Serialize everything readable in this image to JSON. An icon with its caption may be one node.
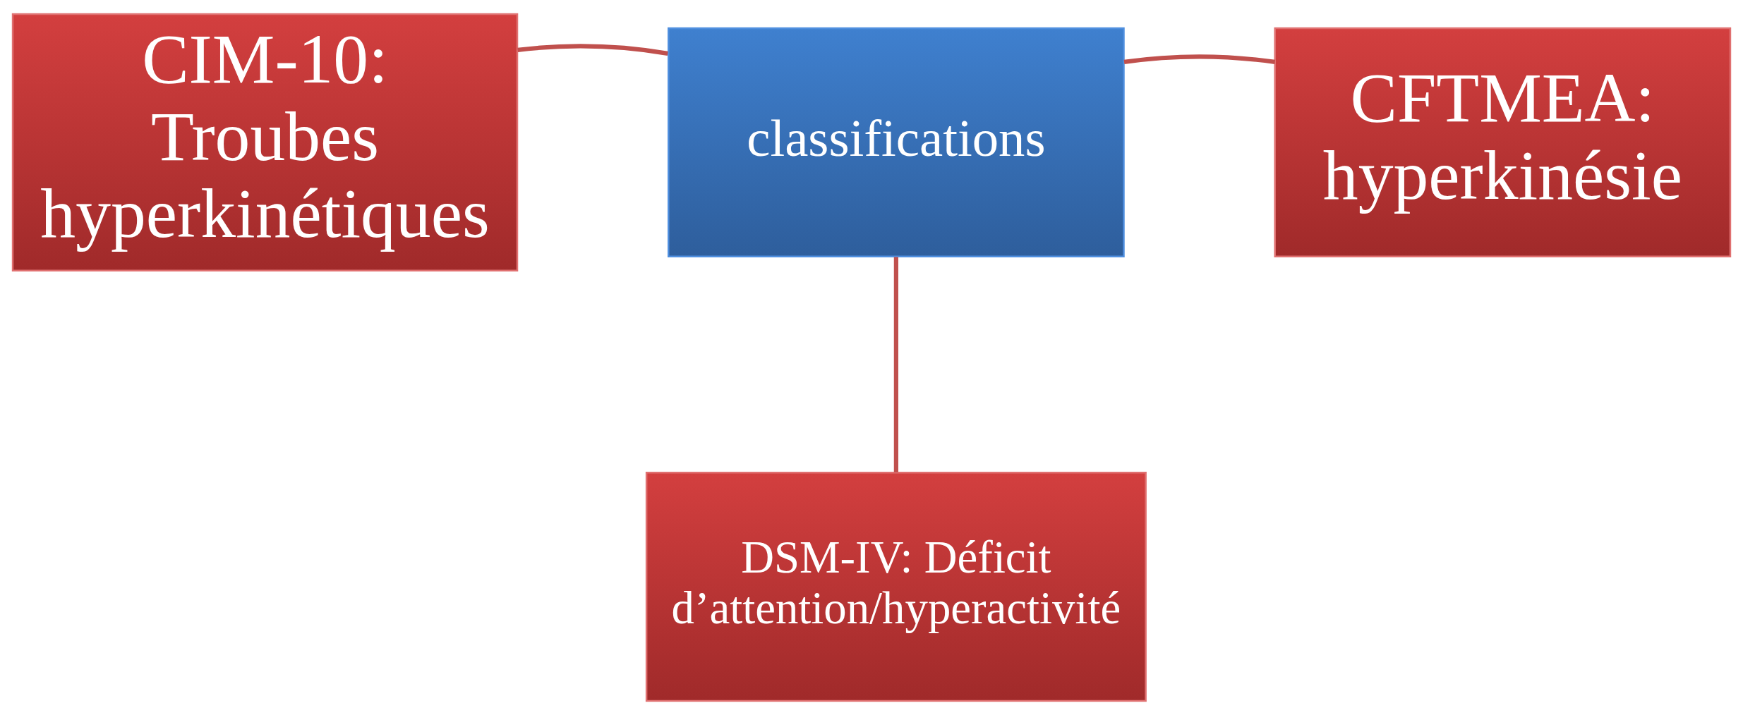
{
  "diagram": {
    "nodes": [
      {
        "text": [
          "DSM-IV: Déficit d’attention/hyperactivité"
        ]
      },
      {
        "text": [
          "CIM-10: Troubes hyperkinétiques"
        ]
      },
      {
        "text": [
          "classifications"
        ]
      },
      {
        "text": [
          "CFTMEA: hyperkinésie"
        ]
      }
    ],
    "edges": [
      {
        "from": 2,
        "to": 0,
        "arrow": "none"
      },
      {
        "from": 2,
        "to": 1,
        "arrow": "none"
      },
      {
        "from": 2,
        "to": 3,
        "arrow": "none"
      }
    ]
  }
}
